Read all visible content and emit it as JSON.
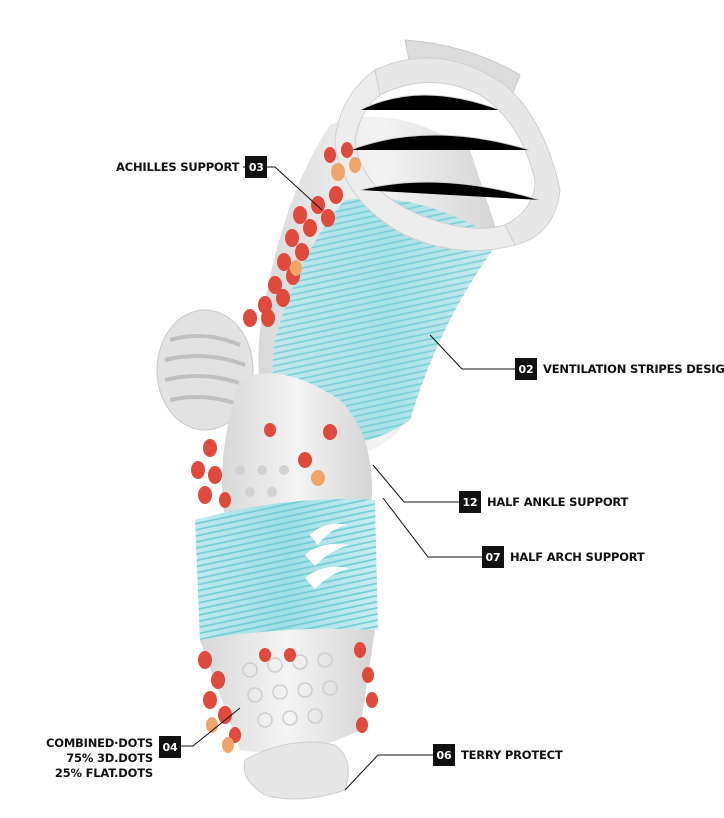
{
  "callouts": {
    "achilles": {
      "number": "03",
      "label": "ACHILLES SUPPORT"
    },
    "ventilation": {
      "number": "02",
      "label": "VENTILATION STRIPES DESIGN"
    },
    "half_ankle": {
      "number": "12",
      "label": "HALF ANKLE SUPPORT"
    },
    "half_arch": {
      "number": "07",
      "label": "HALF ARCH SUPPORT"
    },
    "dots": {
      "number": "04",
      "line1": "COMBINED·DOTS",
      "line2": "75% 3D.DOTS",
      "line3": "25% FLAT.DOTS"
    },
    "terry": {
      "number": "06",
      "label": "TERRY PROTECT"
    }
  },
  "illustration": {
    "subject": "exploded-compression-sock",
    "colors": {
      "cuff": "#e3e3e3",
      "ventilation": "#8fd7df",
      "dots_red": "#e04a3c",
      "dots_orange": "#efa56a",
      "outline": "#111111"
    }
  }
}
